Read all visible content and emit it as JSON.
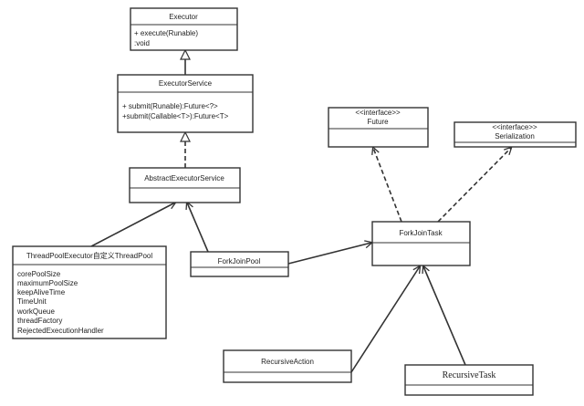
{
  "classes": {
    "executor": {
      "name": "Executor",
      "members": [
        "+ execute(Runable)",
        ":void"
      ]
    },
    "executor_service": {
      "name": "ExecutorService",
      "members": [
        "+ submit(Runable):Future<?>",
        "+submit(Callable<T>):Future<T>"
      ]
    },
    "abstract_executor_service": {
      "name": "AbstractExecutorService"
    },
    "thread_pool_executor": {
      "name": "ThreadPoolExecutor自定义ThreadPool",
      "members": [
        "corePoolSize",
        "maximumPoolSize",
        "keepAliveTime",
        "TimeUnit",
        "workQueue",
        "threadFactory",
        "RejectedExecutionHandler"
      ]
    },
    "fork_join_pool": {
      "name": "ForkJoinPool"
    },
    "future": {
      "stereotype": "<<interface>>",
      "name": "Future"
    },
    "serialization": {
      "stereotype": "<<interface>>",
      "name": "Serialization"
    },
    "fork_join_task": {
      "name": "ForkJoinTask"
    },
    "recursive_action": {
      "name": "RecursiveAction"
    },
    "recursive_task": {
      "name": "RecursiveTask"
    }
  },
  "colors": {
    "stroke": "#333333",
    "fill": "#ffffff",
    "text": "#222222"
  }
}
